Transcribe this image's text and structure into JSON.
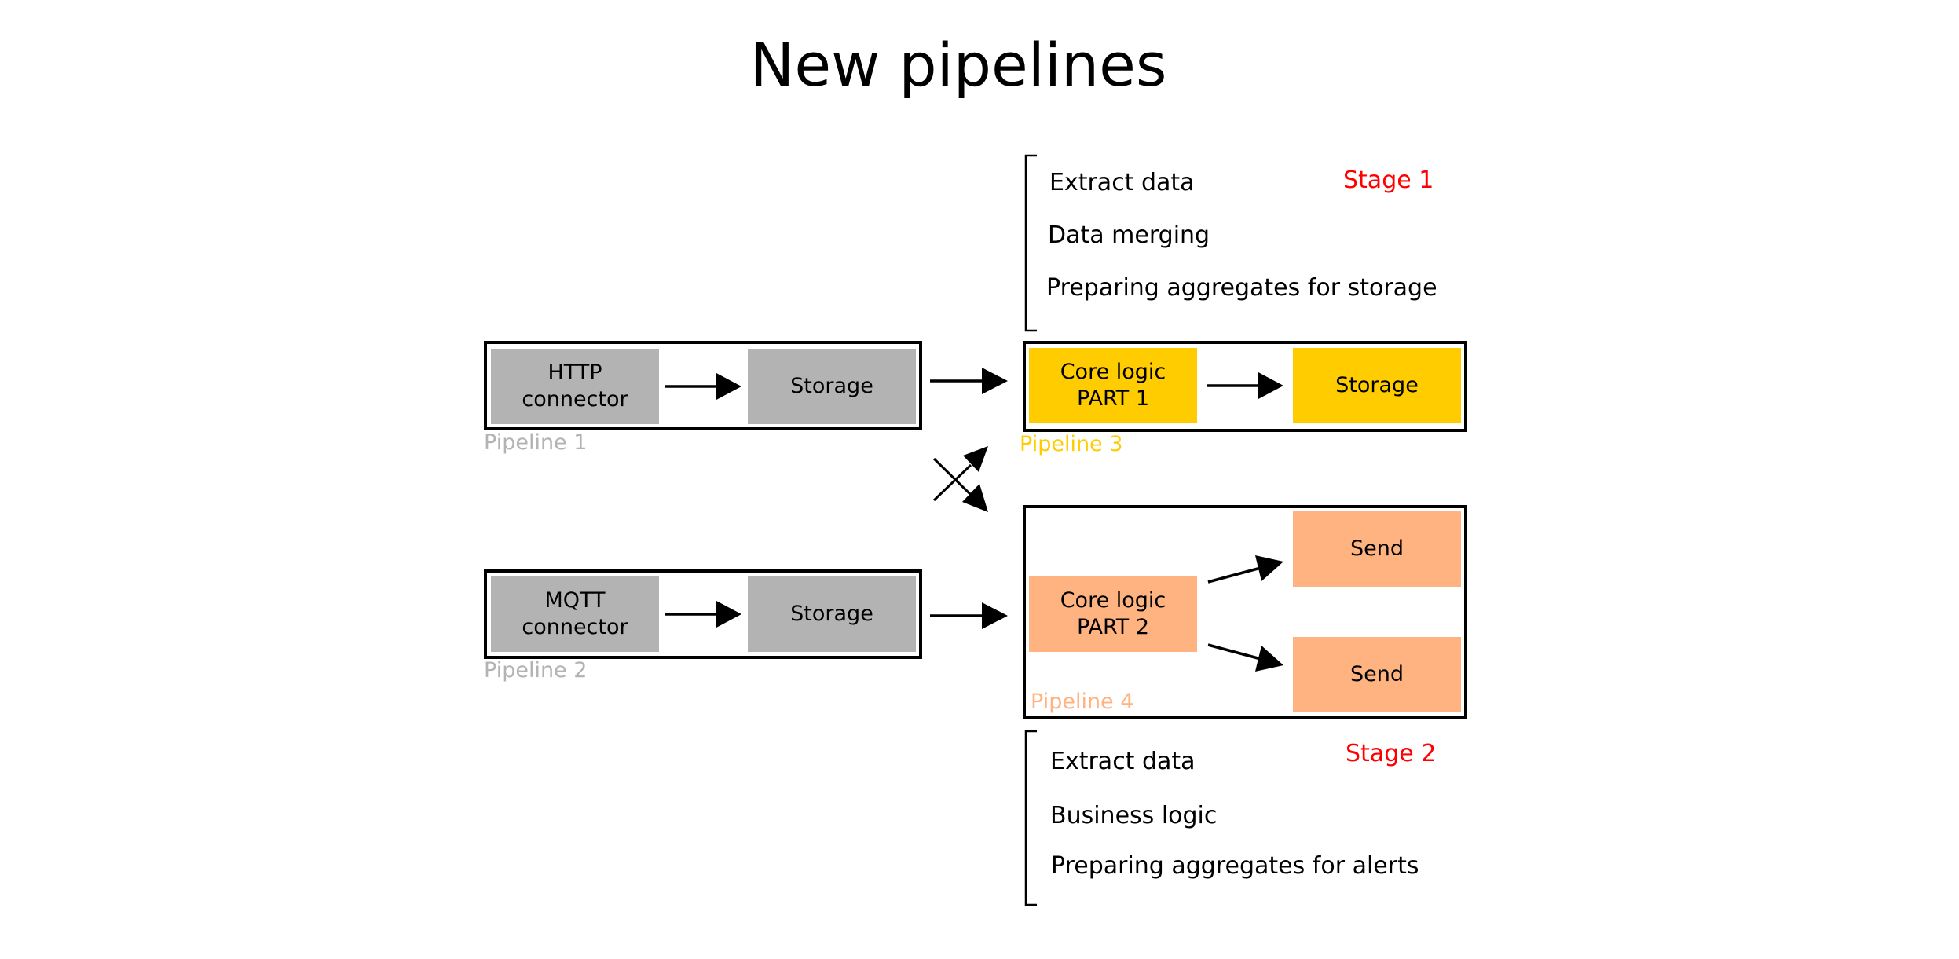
{
  "title": "New pipelines",
  "pipeline1": {
    "label": "Pipeline 1",
    "source": "HTTP\nconnector",
    "storage": "Storage"
  },
  "pipeline2": {
    "label": "Pipeline 2",
    "source": "MQTT\nconnector",
    "storage": "Storage"
  },
  "pipeline3": {
    "label": "Pipeline 3",
    "core": "Core logic\nPART 1",
    "storage": "Storage"
  },
  "pipeline4": {
    "label": "Pipeline 4",
    "core": "Core logic\nPART 2",
    "send_top": "Send",
    "send_bottom": "Send"
  },
  "stage1": {
    "label": "Stage 1",
    "steps": [
      "Extract data",
      "Data merging",
      "Preparing aggregates for storage"
    ]
  },
  "stage2": {
    "label": "Stage 2",
    "steps": [
      "Extract data",
      "Business logic",
      "Preparing aggregates for alerts"
    ]
  },
  "colors": {
    "gray": "#b3b3b3",
    "yellow": "#ffcc00",
    "peach": "#ffb380",
    "stage": "#ff0000"
  }
}
